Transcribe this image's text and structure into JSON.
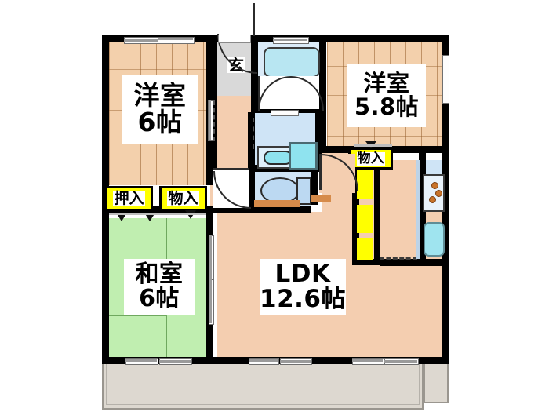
{
  "plan": {
    "type": "japanese-apartment-floorplan",
    "layout_code": "3LDK",
    "background_color": "#ffffff",
    "wall_color": "#000000",
    "rooms": [
      {
        "id": "washitsu",
        "name_ja": "和室",
        "size_label": "6帖",
        "floor": "tatami",
        "floor_color": "#c0eeb0"
      },
      {
        "id": "yoshitsu-6",
        "name_ja": "洋室",
        "size_label": "6帖",
        "floor": "wood",
        "floor_color": "#f2cfab"
      },
      {
        "id": "yoshitsu-58",
        "name_ja": "洋室",
        "size_label": "5.8帖",
        "floor": "wood",
        "floor_color": "#f2cfab"
      },
      {
        "id": "ldk",
        "name_ja": "LDK",
        "size_label": "12.6帖",
        "floor": "wood-plain",
        "floor_color": "#f4ceb0"
      }
    ],
    "closets": [
      {
        "id": "oshiire",
        "label": "押入",
        "color": "#ffff00"
      },
      {
        "id": "mononire-washitsu",
        "label": "物入",
        "color": "#ffff00"
      },
      {
        "id": "mononire-kitchen",
        "label": "物入",
        "color": "#ffff00"
      }
    ],
    "entrance": {
      "label": "玄",
      "name_ja": "玄関",
      "floor_color": "#d9d9d9"
    },
    "water_areas": [
      {
        "id": "bath",
        "name_ja": "浴室",
        "fixture": "bathtub"
      },
      {
        "id": "washroom",
        "name_ja": "洗面脱衣室",
        "fixtures": [
          "vanity-sink",
          "washing-machine-pan"
        ]
      },
      {
        "id": "toilet",
        "name_ja": "トイレ",
        "fixture": "toilet"
      },
      {
        "id": "kitchen",
        "name_ja": "キッチン",
        "fixtures": [
          "gas-stove-3-burner",
          "sink"
        ]
      }
    ],
    "balcony": {
      "name_ja": "バルコニー",
      "color": "#ddd8d0"
    }
  }
}
